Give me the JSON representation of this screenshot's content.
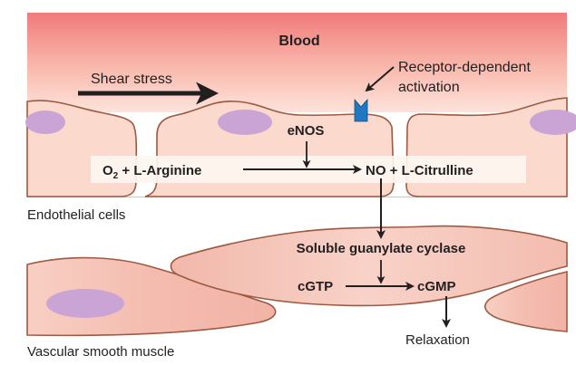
{
  "diagram": {
    "title_region": "Blood",
    "labels": {
      "blood": "Blood",
      "shear_stress": "Shear stress",
      "receptor_line1": "Receptor-dependent",
      "receptor_line2": "activation",
      "enos": "eNOS",
      "reactants_o": "O",
      "reactants_sub": "2",
      "reactants_rest": " + L-Arginine",
      "products": "NO + L-Citrulline",
      "endothelial_cells": "Endothelial cells",
      "sgc": "Soluble guanylate cyclase",
      "cgtp": "cGTP",
      "cgmp": "cGMP",
      "relaxation": "Relaxation",
      "vascular_smooth_muscle": "Vascular smooth muscle"
    },
    "colors": {
      "blood_top": "#f07a7a",
      "blood_bottom": "#fde3da",
      "endothelium_fill": "#fbd9cc",
      "membrane": "#9c5a42",
      "nucleus": "#c9a4d4",
      "smooth_muscle_fill": "#f4bdb0",
      "receptor": "#1f78c1",
      "text": "#231f20",
      "reaction_box": "#fdf6f0"
    },
    "pathway": [
      {
        "from": "O2 + L-Arginine",
        "to": "NO + L-Citrulline",
        "catalyst": "eNOS"
      },
      {
        "from": "NO + L-Citrulline",
        "to": "Soluble guanylate cyclase"
      },
      {
        "from": "cGTP",
        "to": "cGMP",
        "catalyst": "Soluble guanylate cyclase"
      },
      {
        "from": "cGMP",
        "to": "Relaxation"
      }
    ]
  }
}
